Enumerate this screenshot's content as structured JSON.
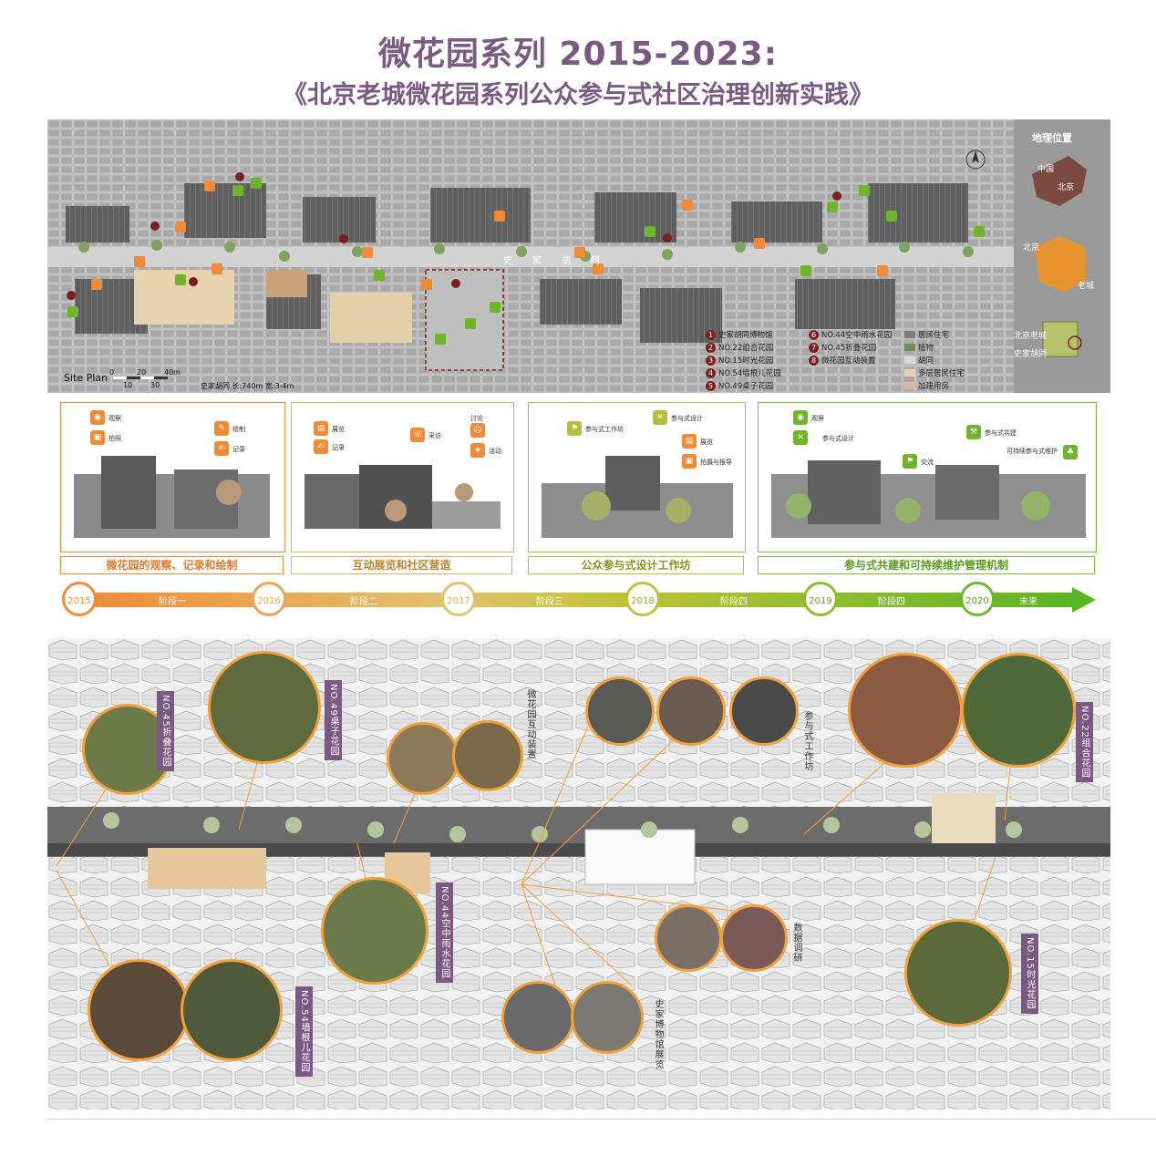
{
  "title": {
    "line1": "微花园系列  2015-2023:",
    "line2": "《北京老城微花园系列公众参与式社区治理创新实践》"
  },
  "site_plan": {
    "label": "Site Plan",
    "scale_ticks": [
      "0",
      "10",
      "20",
      "30",
      "40m"
    ],
    "street_note": "史家胡同  长:740m  宽:3-4m",
    "alley_name": "史家胡同",
    "geo": {
      "title": "地理位置",
      "china": "中国",
      "beijing_on_china": "北京",
      "beijing": "北京",
      "old_city": "老城",
      "old_city_full": "北京老城",
      "hutong": "史家胡同"
    },
    "legend_numbered": [
      {
        "num": "1",
        "text": "史家胡同博物馆"
      },
      {
        "num": "2",
        "text": "NO.22组合花园"
      },
      {
        "num": "3",
        "text": "NO.15时光花园"
      },
      {
        "num": "4",
        "text": "NO.54墙根儿花园"
      },
      {
        "num": "5",
        "text": "NO.49桌子花园"
      },
      {
        "num": "6",
        "text": "NO.44空中雨水花园"
      },
      {
        "num": "7",
        "text": "NO.45折叠花园"
      },
      {
        "num": "8",
        "text": "微花园互动装置"
      }
    ],
    "legend_swatches": [
      {
        "text": "居民住宅",
        "color": "#7d7d7d"
      },
      {
        "text": "植物",
        "color": "#6f8f55"
      },
      {
        "text": "胡同",
        "color": "#d9d9d9"
      },
      {
        "text": "多层居民住宅",
        "color": "#e8d2b0"
      },
      {
        "text": "加建用房",
        "color": "#dcb9a6"
      }
    ]
  },
  "stages": [
    {
      "bar": "微花园的观察、记录和绘制",
      "color": "#f08a36",
      "labels": [
        "观察",
        "拍照",
        "绘制",
        "记录"
      ]
    },
    {
      "bar": "互动展览和社区营造",
      "color": "#d8b15a",
      "labels": [
        "展览",
        "记录",
        "采访",
        "讨论",
        "活动"
      ]
    },
    {
      "bar": "公众参与式设计工作坊",
      "color": "#b7be3a",
      "labels": [
        "参与式工作坊",
        "参与式设计",
        "展览",
        "拍摄与报导"
      ]
    },
    {
      "bar": "参与式共建和可持续维护管理机制",
      "color": "#7cbc2e",
      "labels": [
        "观察",
        "参与式设计",
        "交流",
        "参与式共建",
        "可持续参与式维护"
      ]
    }
  ],
  "timeline": {
    "years": [
      "2015",
      "2016",
      "2017",
      "2018",
      "2019",
      "2020"
    ],
    "phases": [
      "阶段一",
      "阶段二",
      "阶段三",
      "阶段四",
      "阶段四",
      "未来"
    ]
  },
  "aerial_labels": [
    "NO.45折叠花园",
    "NO.49桌子花园",
    "微花园互动装置",
    "参与式工作坊",
    "NO.22组合花园",
    "NO.44空中雨水花园",
    "数据调研",
    "NO.54墙根儿花园",
    "史家博物馆展览",
    "NO.15时光花园"
  ],
  "colors": {
    "title": "#7a5a82",
    "orange": "#f08a36",
    "green": "#6fb52c",
    "marker_red": "#7a1f1f",
    "label_purple": "#7a5a82"
  }
}
